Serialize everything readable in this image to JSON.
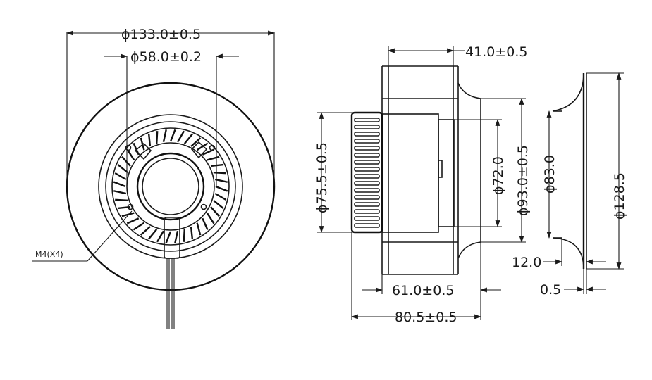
{
  "front_view": {
    "outer_diameter": "ϕ133.0±0.5",
    "hub_diameter": "ϕ58.0±0.2",
    "thread_note": "M4(X4)"
  },
  "side_view": {
    "height": "41.0±0.5",
    "impeller_diameter": "ϕ75.5±0.5",
    "inner_diameter": "ϕ72.0",
    "outlet_diameter": "ϕ93.0±0.5",
    "width_61": "61.0±0.5",
    "width_80": "80.5±0.5"
  },
  "ring_view": {
    "inner_diameter": "ϕ83.0",
    "outer_diameter": "ϕ128.5",
    "depth": "12.0",
    "thickness": "0.5"
  }
}
